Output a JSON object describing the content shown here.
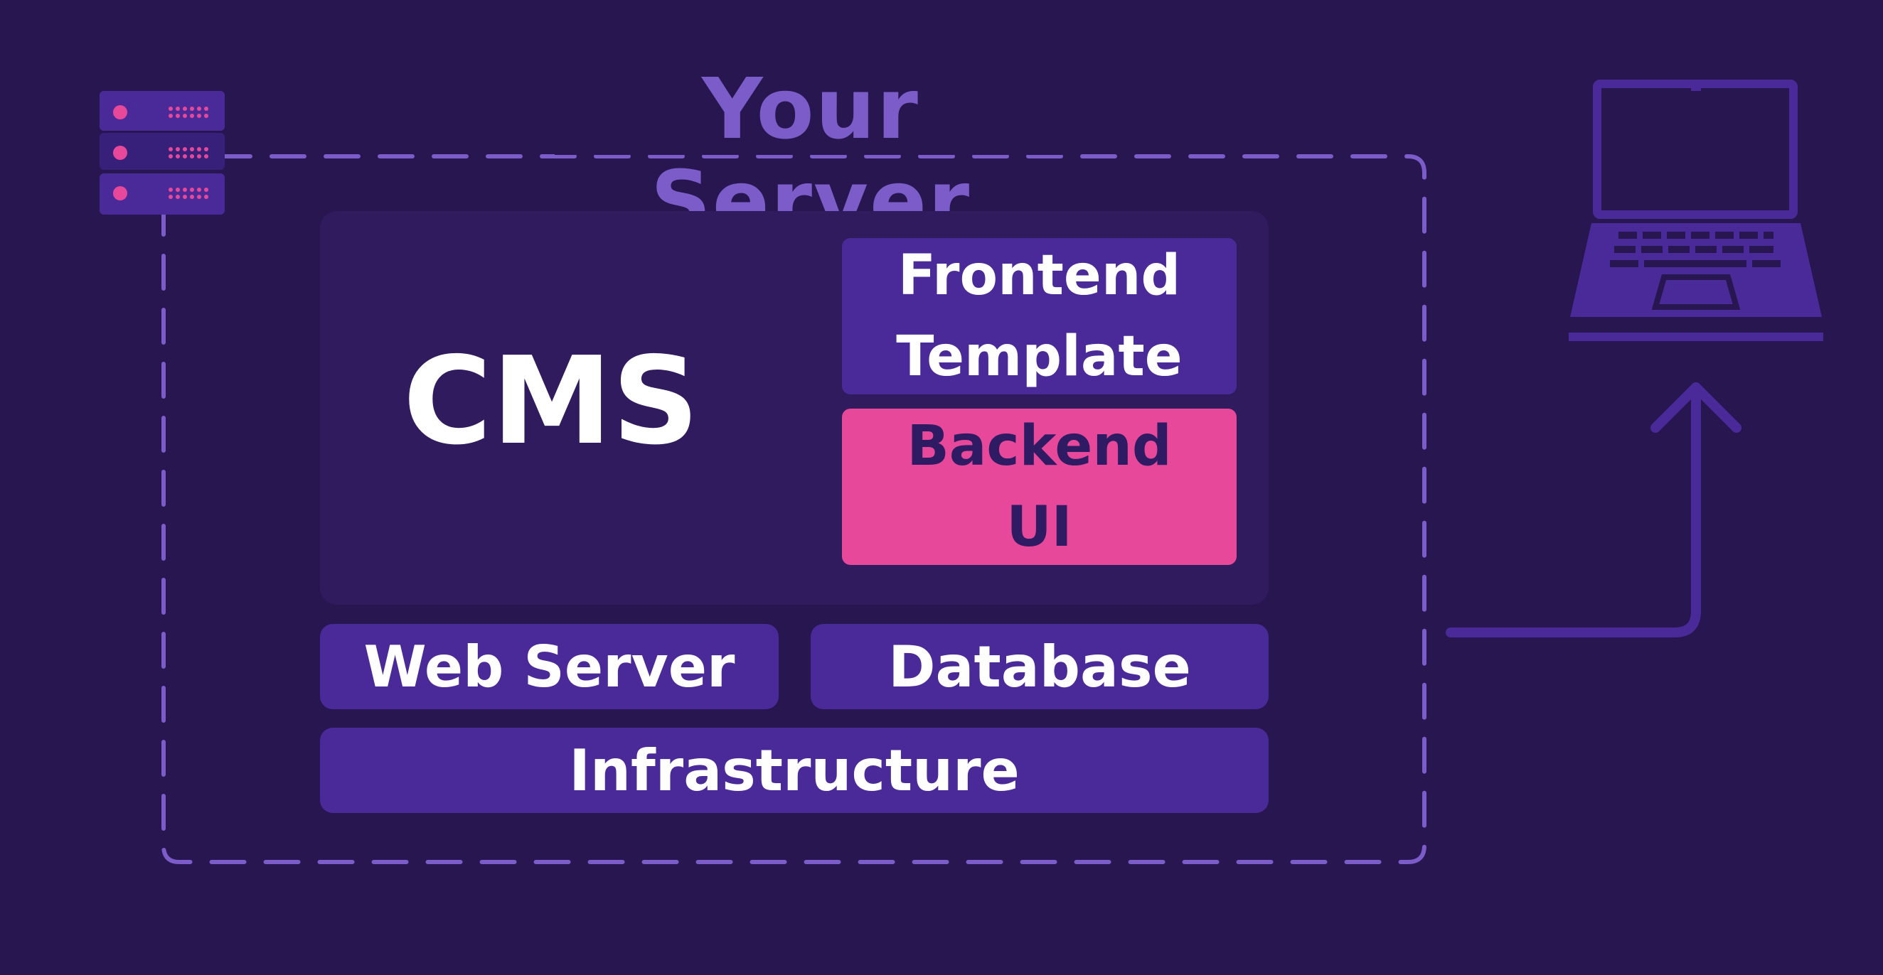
{
  "title": "Your Server",
  "cms": {
    "label": "CMS",
    "frontend": {
      "line1": "Frontend",
      "line2": "Template"
    },
    "backend": {
      "line1": "Backend",
      "line2": "UI"
    }
  },
  "stack": {
    "web_server": "Web Server",
    "database": "Database",
    "infrastructure": "Infrastructure"
  },
  "icons": {
    "server": "server-rack-icon",
    "laptop": "laptop-icon",
    "arrow": "arrow-up-icon"
  },
  "colors": {
    "background": "#281651",
    "panel": "#301b5f",
    "box": "#4a2a99",
    "accent": "#e8489a",
    "dashed_line": "#7b5cc8",
    "text": "#ffffff"
  }
}
